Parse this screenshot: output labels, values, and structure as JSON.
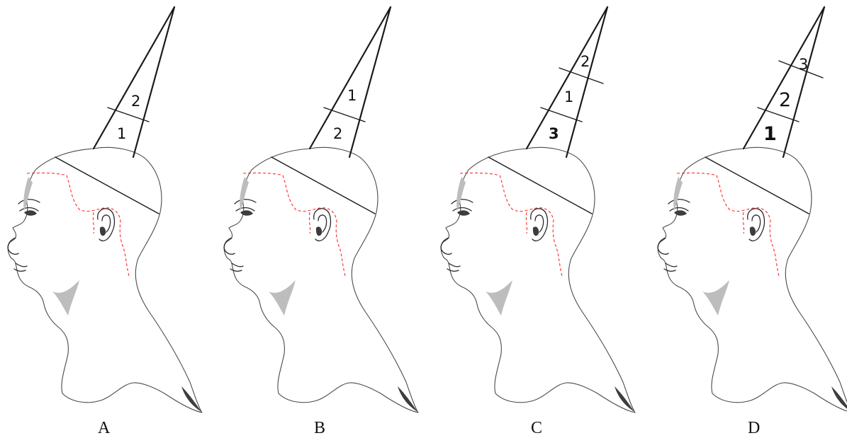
{
  "figure": {
    "panels": [
      {
        "label": "A",
        "sections": [
          {
            "text": "1",
            "size": "normal",
            "weight": "normal"
          },
          {
            "text": "2",
            "size": "normal",
            "weight": "normal"
          }
        ]
      },
      {
        "label": "B",
        "sections": [
          {
            "text": "2",
            "size": "normal",
            "weight": "normal"
          },
          {
            "text": "1",
            "size": "normal",
            "weight": "normal"
          }
        ]
      },
      {
        "label": "C",
        "sections": [
          {
            "text": "3",
            "size": "normal",
            "weight": "normal"
          },
          {
            "text": "1",
            "size": "normal",
            "weight": "normal"
          },
          {
            "text": "2",
            "size": "normal",
            "weight": "normal"
          }
        ]
      },
      {
        "label": "D",
        "sections": [
          {
            "text": "1",
            "size": "big",
            "weight": "bold"
          },
          {
            "text": "2",
            "size": "big",
            "weight": "normal"
          },
          {
            "text": "3",
            "size": "normal",
            "weight": "normal"
          }
        ]
      }
    ],
    "colors": {
      "hairline_guide": "#ff2a2a",
      "outline": "#4a4a4a",
      "strand": "#1a1a1a"
    }
  }
}
